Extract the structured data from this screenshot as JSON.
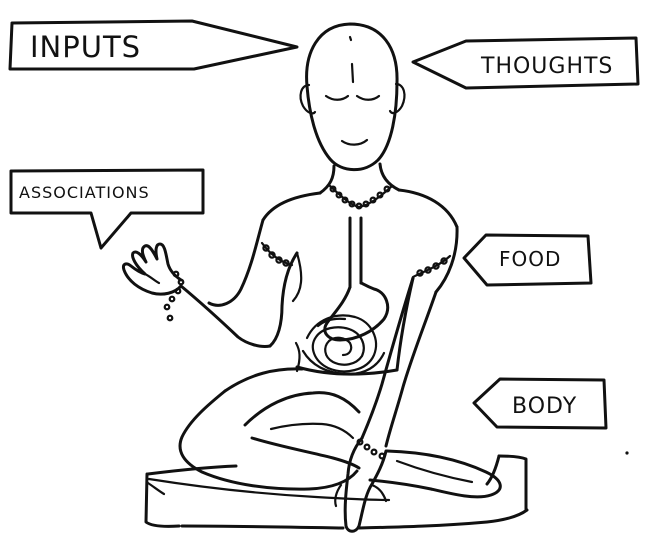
{
  "labels": {
    "inputs": "INPUTS",
    "thoughts": "THOUGHTS",
    "associations": "ASSOCIATIONS",
    "food": "FOOD",
    "body": "BODY"
  },
  "colors": {
    "ink": "#111111",
    "background": "#ffffff"
  },
  "icons": {
    "figure": "meditating-figure-icon",
    "stomach": "stomach-spiral-icon",
    "cushion": "meditation-cushion-icon"
  }
}
